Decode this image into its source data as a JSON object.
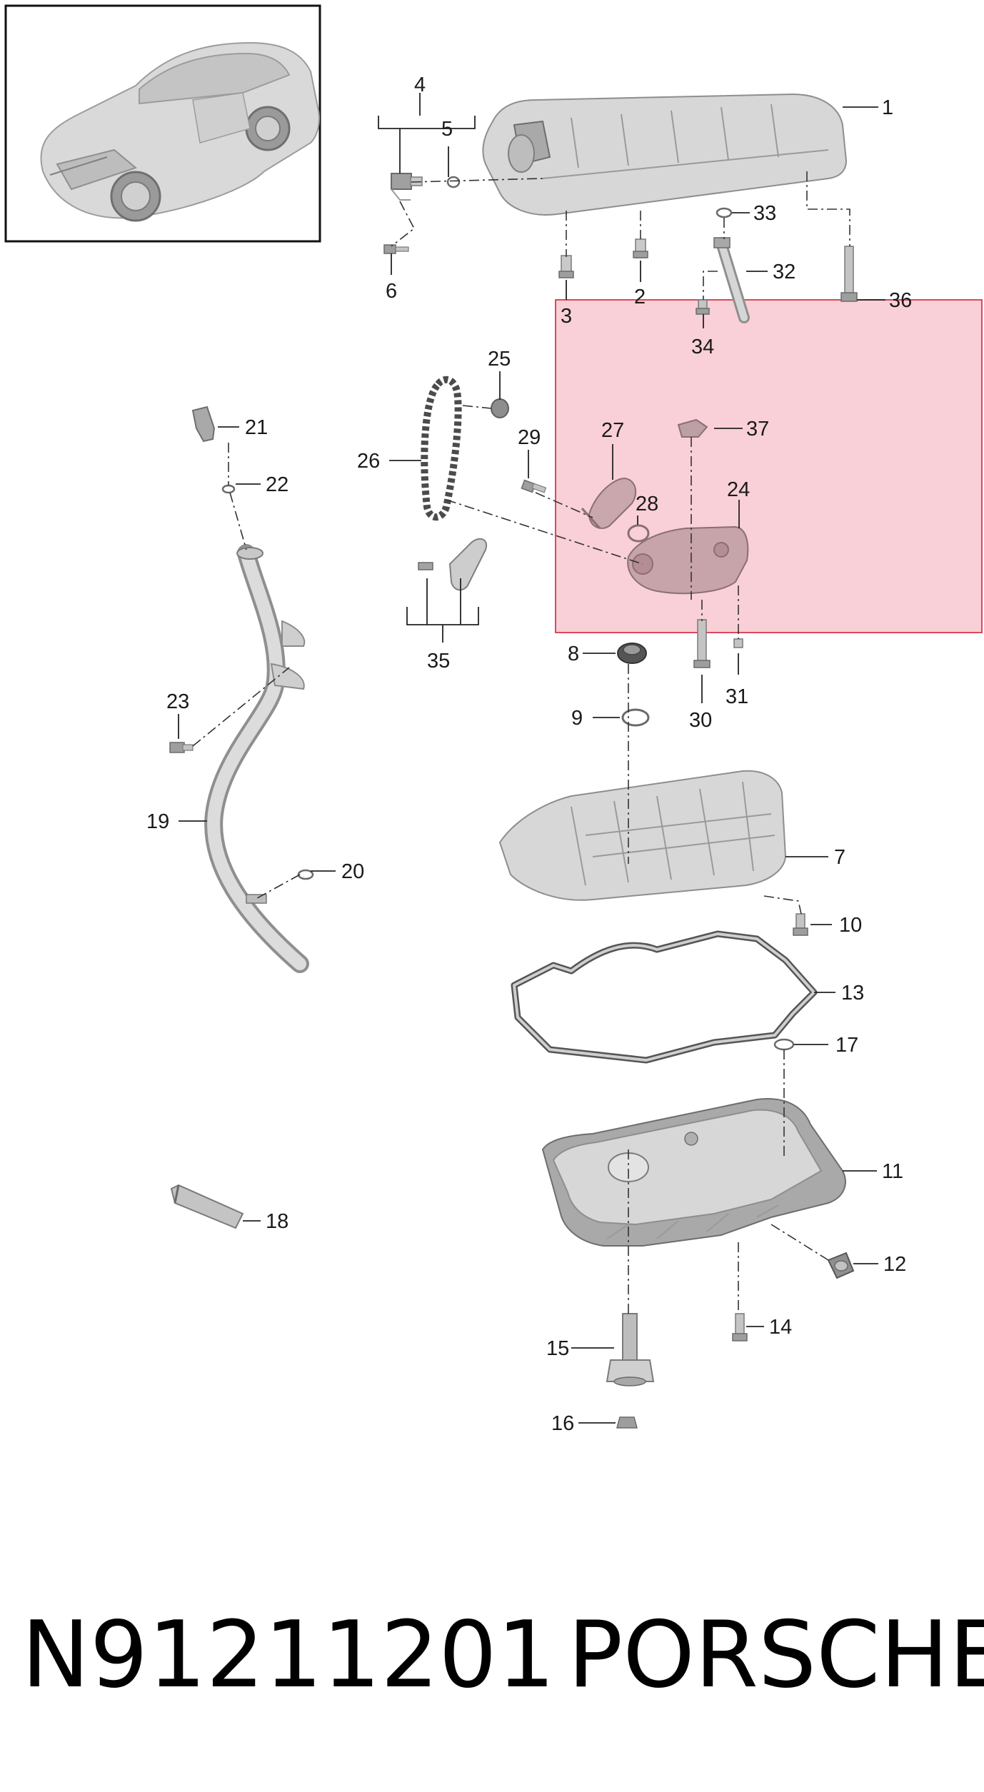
{
  "diagram": {
    "part_number": "N91211201",
    "brand": "PORSCHE",
    "callouts": [
      "1",
      "2",
      "3",
      "4",
      "5",
      "6",
      "7",
      "8",
      "9",
      "10",
      "11",
      "12",
      "13",
      "14",
      "15",
      "16",
      "17",
      "18",
      "19",
      "20",
      "21",
      "22",
      "23",
      "24",
      "25",
      "26",
      "27",
      "28",
      "29",
      "30",
      "31",
      "32",
      "33",
      "34",
      "35",
      "36",
      "37"
    ],
    "highlight_color": "#f8c8d0",
    "highlight_border": "#d84a5c"
  }
}
